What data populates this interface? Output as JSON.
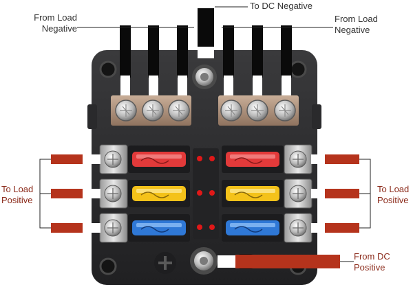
{
  "labels": {
    "from_load_negative_left": [
      "From Load",
      "Negative"
    ],
    "to_dc_negative": "To DC Negative",
    "from_load_negative_right": [
      "From Load",
      "Negative"
    ],
    "to_load_positive_left": [
      "To Load",
      "Positive"
    ],
    "to_load_positive_right": [
      "To Load",
      "Positive"
    ],
    "from_dc_positive": [
      "From DC",
      "Positive"
    ]
  },
  "fuses": [
    {
      "row": 1,
      "side": "left",
      "color": "red"
    },
    {
      "row": 1,
      "side": "right",
      "color": "red"
    },
    {
      "row": 2,
      "side": "left",
      "color": "yellow"
    },
    {
      "row": 2,
      "side": "right",
      "color": "yellow"
    },
    {
      "row": 3,
      "side": "left",
      "color": "blue"
    },
    {
      "row": 3,
      "side": "right",
      "color": "blue"
    }
  ],
  "colors": {
    "negative_wire": "#0a0a0a",
    "positive_wire": "#b5331c",
    "label_dark": "#333333",
    "label_red": "#8b2a1a",
    "housing": "#2b2b2d",
    "bus_bar": "#b79a82",
    "fuse_red": "#e23a3a",
    "fuse_yellow": "#f4c21a",
    "fuse_blue": "#2f78d6",
    "led": "#e01818"
  },
  "counts": {
    "negative_terminals": 6,
    "fuse_circuits": 6
  }
}
